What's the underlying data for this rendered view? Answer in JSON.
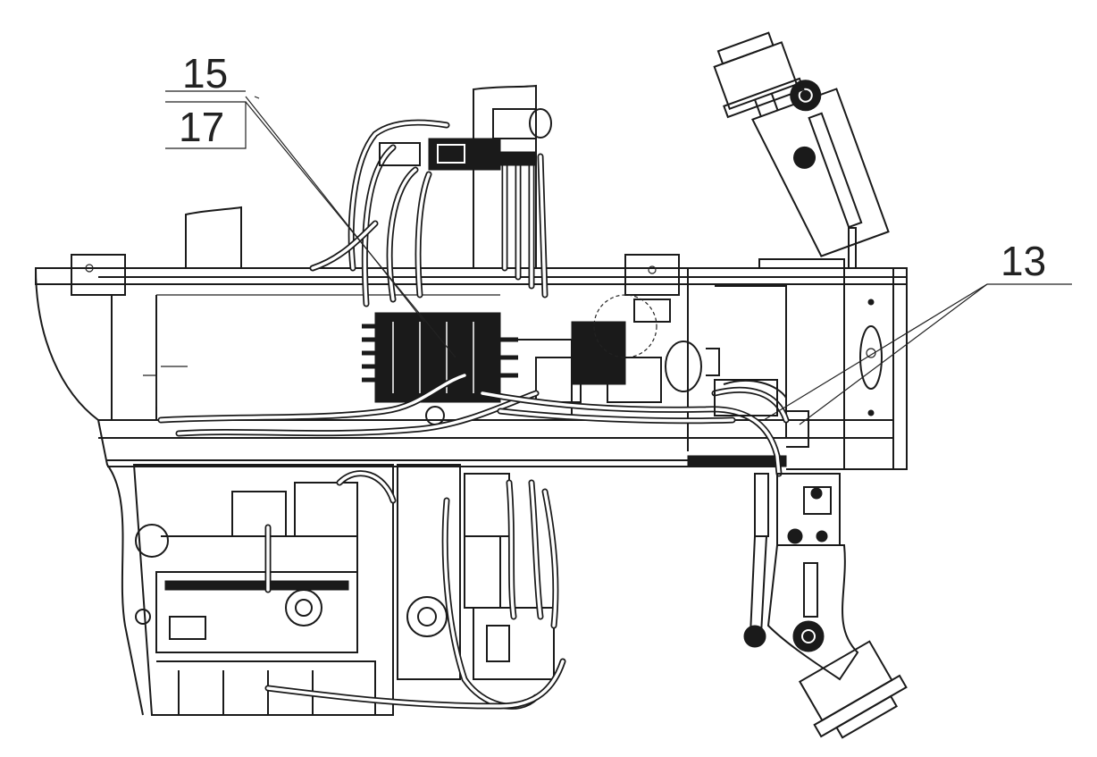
{
  "callouts": {
    "c15": "15",
    "c17": "17",
    "c13": "13"
  },
  "colors": {
    "line": "#1a1a1a",
    "background": "#ffffff"
  }
}
